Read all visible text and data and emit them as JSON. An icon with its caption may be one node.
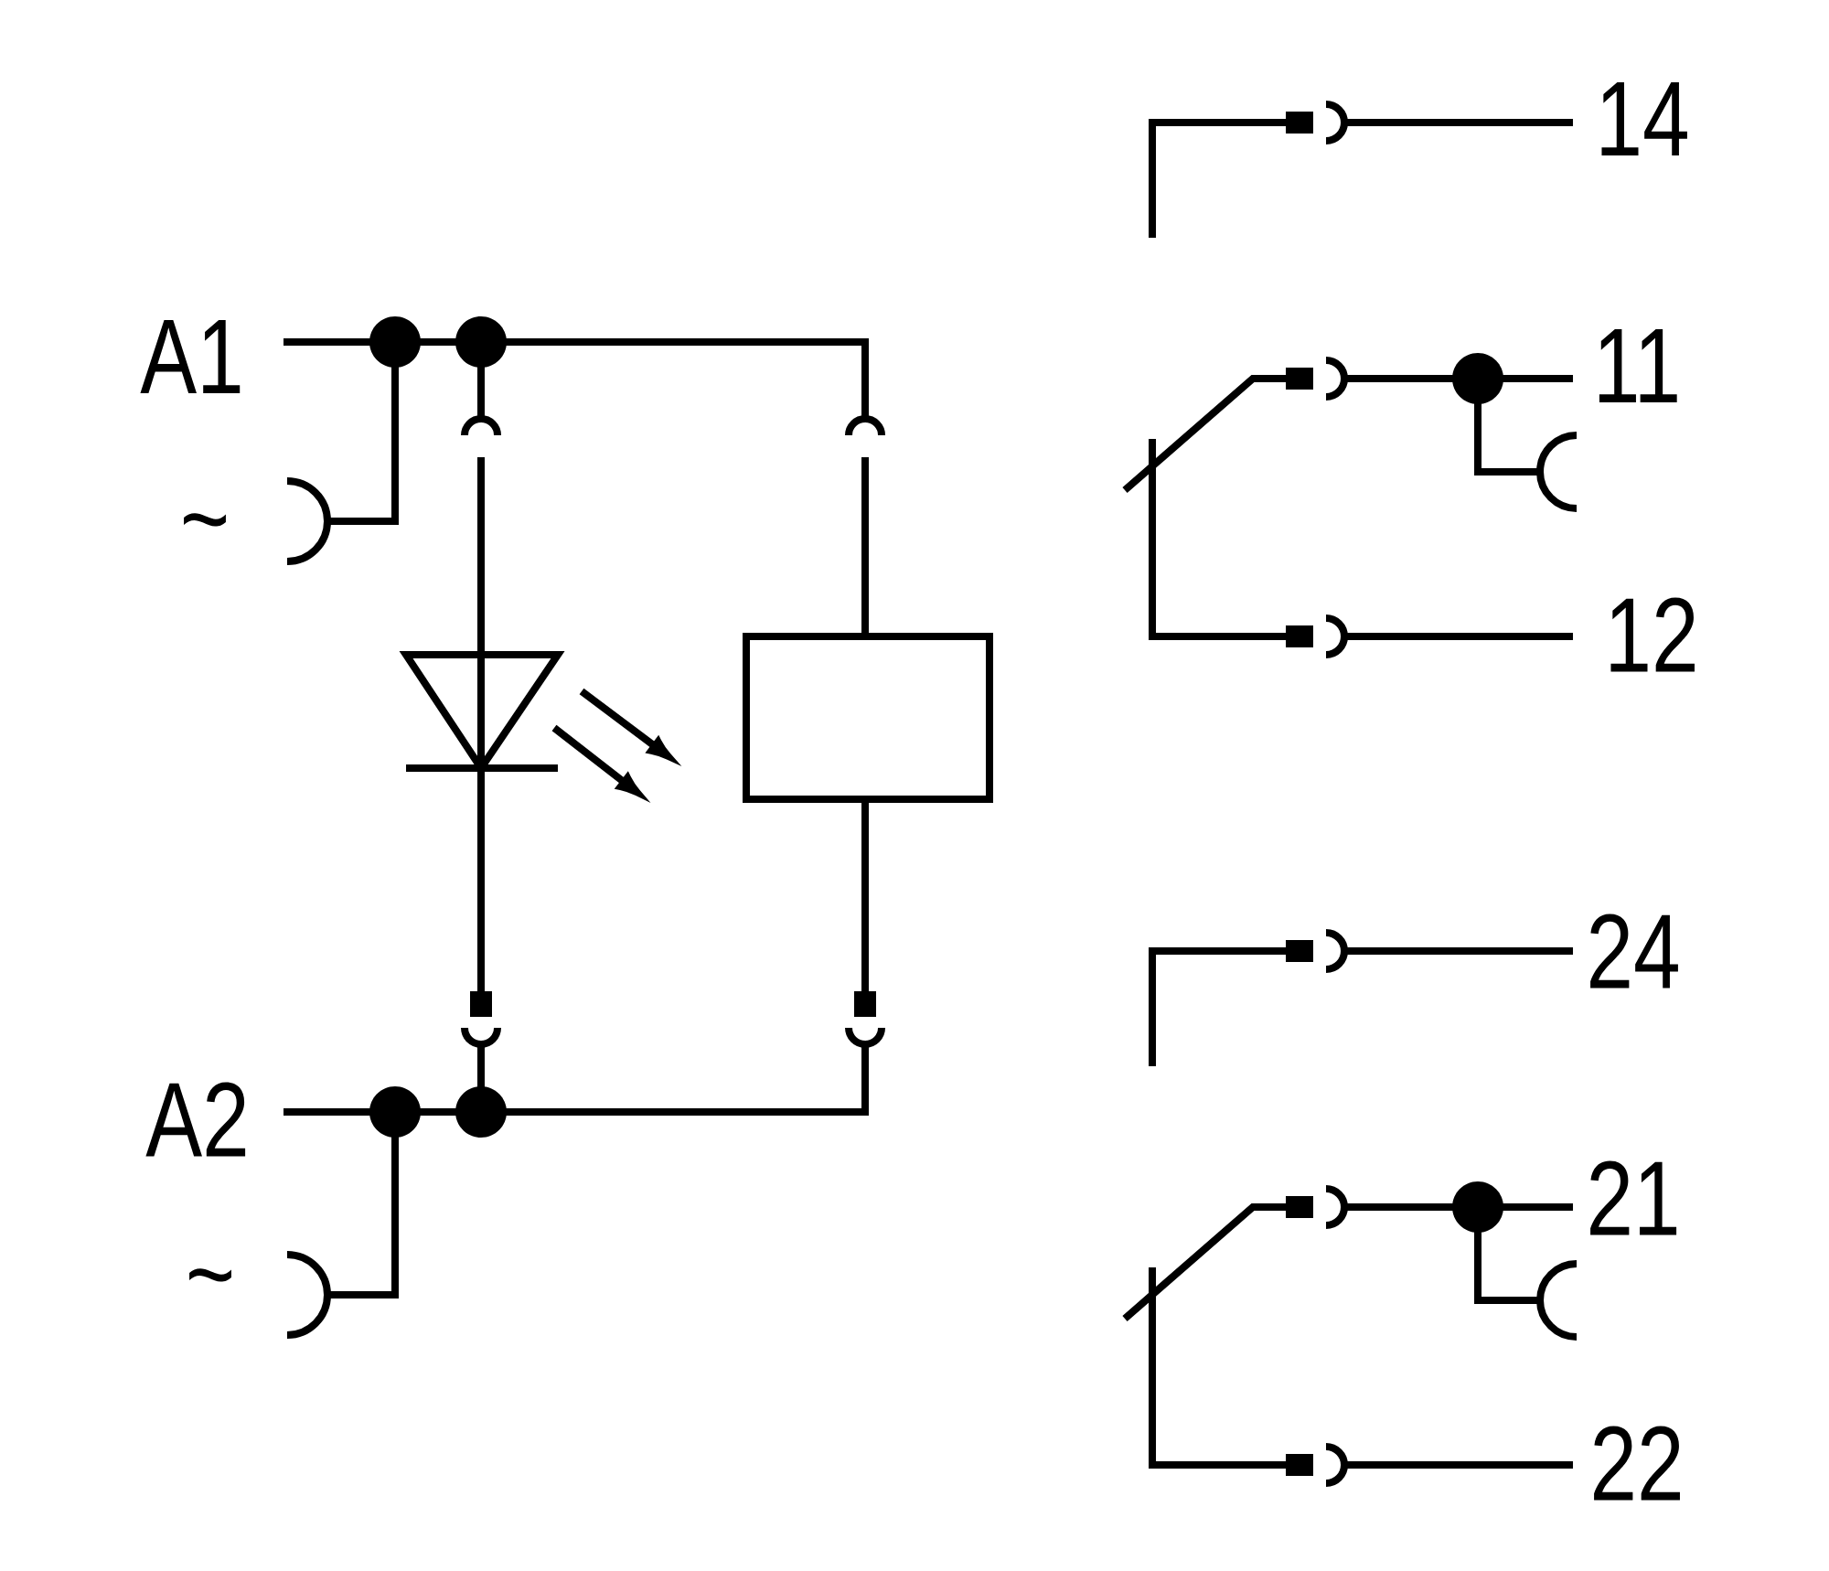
{
  "diagram": {
    "labels": [
      "14",
      "A1",
      "11",
      "~",
      "12",
      "24",
      "A2",
      "21",
      "~",
      "22"
    ]
  }
}
